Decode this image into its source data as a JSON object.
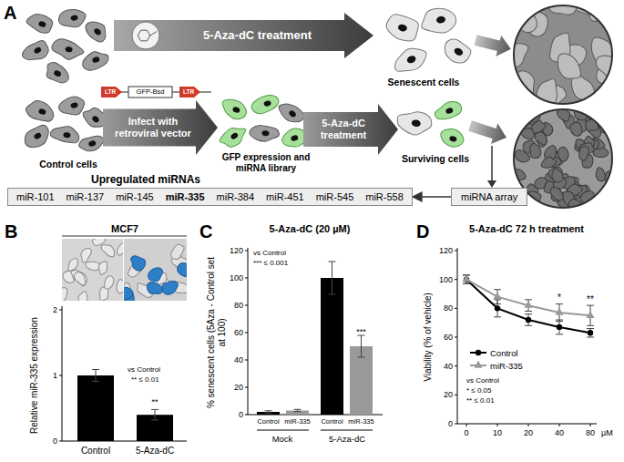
{
  "diagram": {
    "nodes": [
      {
        "text": [
          "5-Aza-dC treatment"
        ]
      },
      {
        "text": [
          "Infect with retroviral vector"
        ]
      },
      {
        "text": [
          "5-Aza-dC treatment"
        ]
      },
      {
        "text": [
          "Upregulated miRNAs",
          "miR-101",
          "miR-137",
          "miR-145",
          "miR-335",
          "miR-384",
          "miR-451",
          "miR-545",
          "miR-558"
        ]
      },
      {
        "text": [
          "miRNA array"
        ]
      }
    ],
    "edges": [
      {
        "from": 4,
        "to": 3,
        "arrow": "to"
      }
    ],
    "labels": [
      "A",
      "Control cells",
      "Senescent cells",
      "LTR",
      "GFP-Bsd",
      "LTR",
      "GFP expression and miRNA library",
      "Surviving cells",
      "B",
      "MCF7",
      "Relative miR-335 expression",
      "2",
      "1",
      "0",
      "vs Control",
      "** ≤ 0.01",
      "**",
      "Control",
      "5-Aza-dC",
      "C",
      "5-Aza-dC (20 µM)",
      "% senescent cells (5Aza - Control set at 100)",
      "vs Control",
      "*** ≤ 0.001",
      "120",
      "100",
      "80",
      "60",
      "40",
      "20",
      "0",
      "***",
      "Control",
      "miR-335",
      "Control",
      "miR-335",
      "Mock",
      "5-Aza-dC",
      "D",
      "5-Aza-dC 72 h treatment",
      "Viability (% of vehicle)",
      "120",
      "100",
      "80",
      "60",
      "40",
      "20",
      "0",
      "vs Control",
      "* ≤ 0.05",
      "** ≤ 0.01",
      "*",
      "**",
      "0",
      "10",
      "20",
      "40",
      "80",
      "µM"
    ],
    "legend": [
      {
        "text": "Control"
      },
      {
        "text": "miR-335"
      }
    ]
  }
}
